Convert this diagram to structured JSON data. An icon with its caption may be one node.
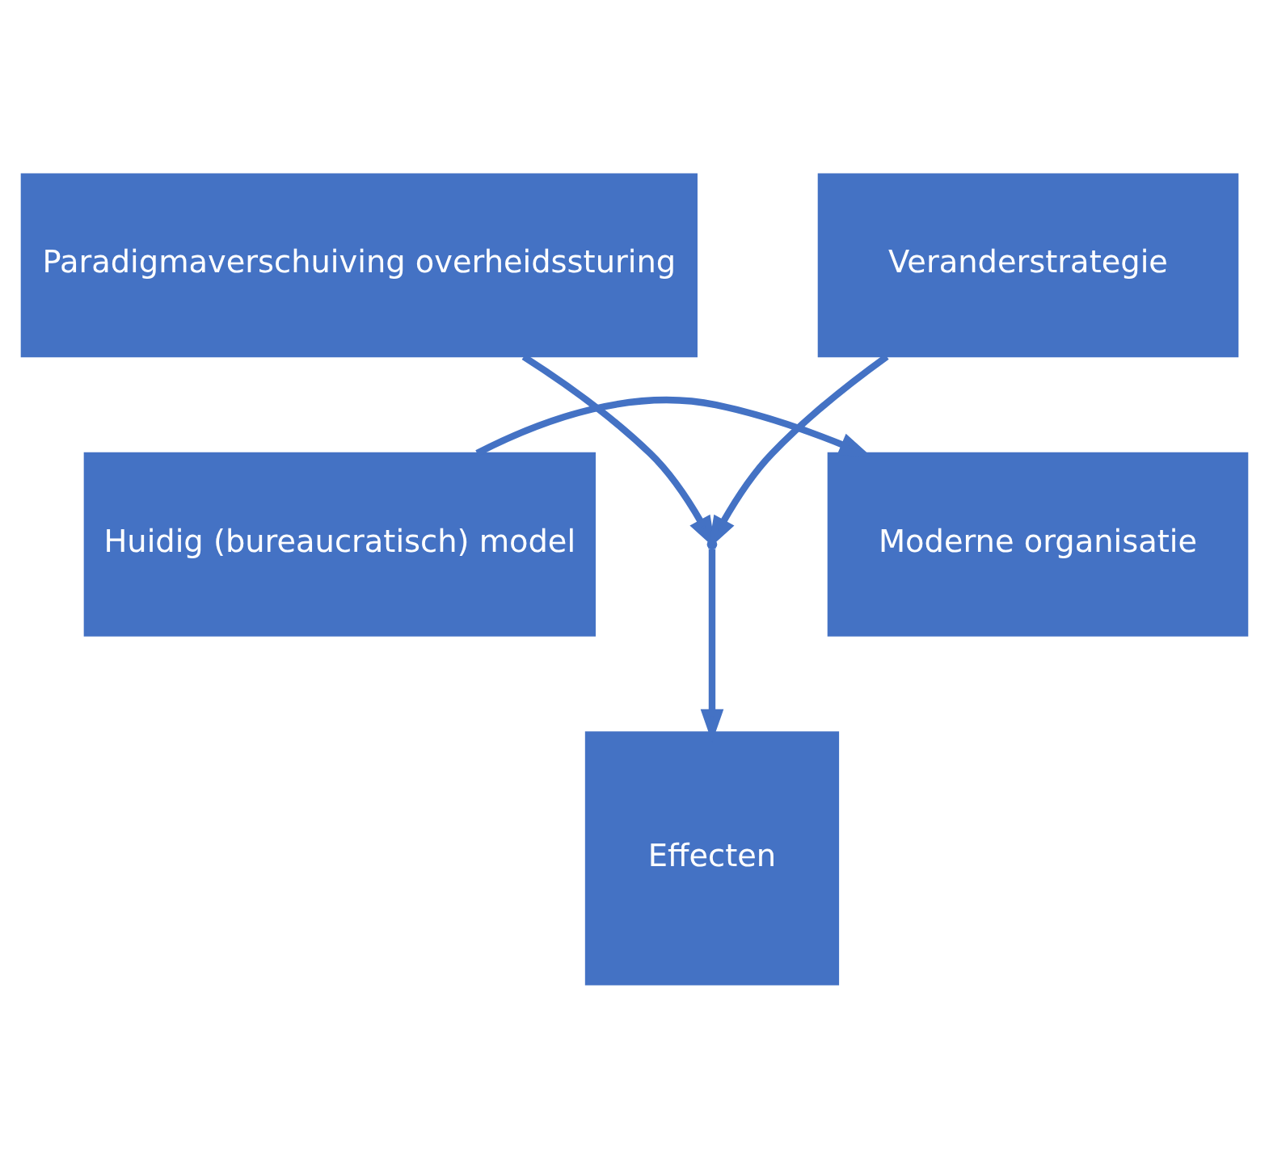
{
  "diagram": {
    "nodes": [
      {
        "text": [
          "Paradigmaverschuiving overheidssturing"
        ]
      },
      {
        "text": [
          "Veranderstrategie"
        ]
      },
      {
        "text": [
          "Huidig (bureaucratisch) model"
        ]
      },
      {
        "text": [
          "Moderne organisatie"
        ]
      },
      {
        "text": [
          "Effecten"
        ]
      }
    ],
    "edges": [
      {
        "from": 0,
        "to": null,
        "arrow": "to"
      },
      {
        "from": 1,
        "to": null,
        "arrow": "to"
      },
      {
        "from": 2,
        "to": 3,
        "arrow": "to"
      },
      {
        "from": null,
        "to": 4,
        "arrow": "to"
      }
    ]
  }
}
